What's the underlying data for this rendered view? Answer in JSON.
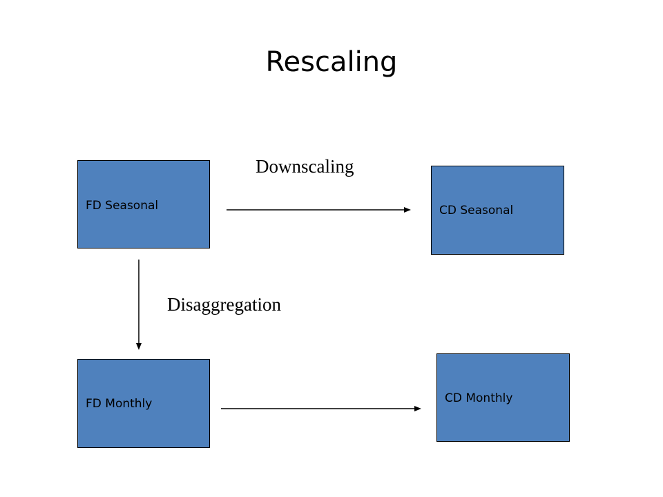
{
  "title": "Rescaling",
  "boxes": {
    "fd_seasonal": "FD Seasonal",
    "cd_seasonal": "CD Seasonal",
    "fd_monthly": "FD Monthly",
    "cd_monthly": "CD Monthly"
  },
  "arrow_labels": {
    "downscaling": "Downscaling",
    "disaggregation": "Disaggregation"
  },
  "colors": {
    "box_fill": "#4f81bd",
    "box_border": "#000000",
    "arrow": "#000000"
  }
}
